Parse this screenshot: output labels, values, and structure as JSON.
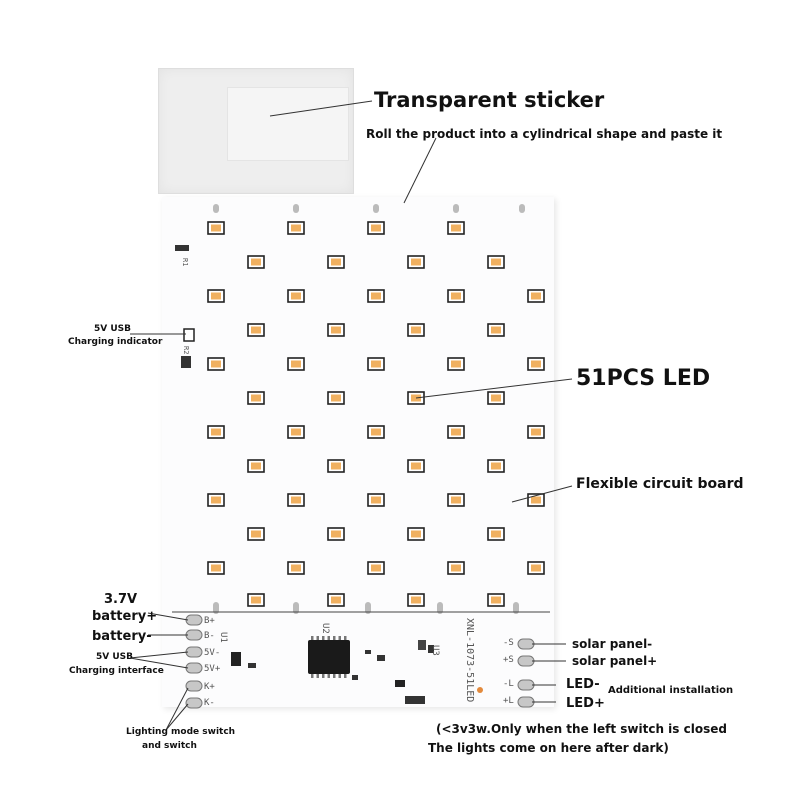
{
  "title_sticker": "Transparent sticker",
  "subtitle_roll": "Roll the product into a cylindrical shape and paste it",
  "label_led_count": "51PCS LED",
  "label_flexible": "Flexible circuit board",
  "label_usb_indicator_1": "5V USB",
  "label_usb_indicator_2": "Charging indicator",
  "label_battery_37": "3.7V",
  "label_battery_plus": "battery+",
  "label_battery_minus": "battery-",
  "label_usb_interface_1": "5V USB",
  "label_usb_interface_2": "Charging interface",
  "label_lighting_1": "Lighting mode switch",
  "label_lighting_2": "and switch",
  "label_solar_minus": "solar panel-",
  "label_solar_plus": "solar panel+",
  "label_led_minus": "LED-",
  "label_led_plus": "LED+",
  "label_additional": "Additional installation",
  "note_line_1": "(<3v3w.Only when the left switch is closed",
  "note_line_2": "The lights come on here after dark)",
  "pcb": {
    "pads_left": [
      "B+",
      "B-",
      "5V-",
      "5V+",
      "K+",
      "K-"
    ],
    "pads_right": [
      "-S",
      "+S",
      "-L",
      "+L"
    ],
    "model": "XNL-1073-51LED",
    "u1": "U1",
    "u2": "U2",
    "u3": "U3",
    "r1": "R1",
    "r2": "R2"
  },
  "colors": {
    "led": "#f0b060",
    "board": "#fcfcfd",
    "sticker": "#eeeeee"
  }
}
